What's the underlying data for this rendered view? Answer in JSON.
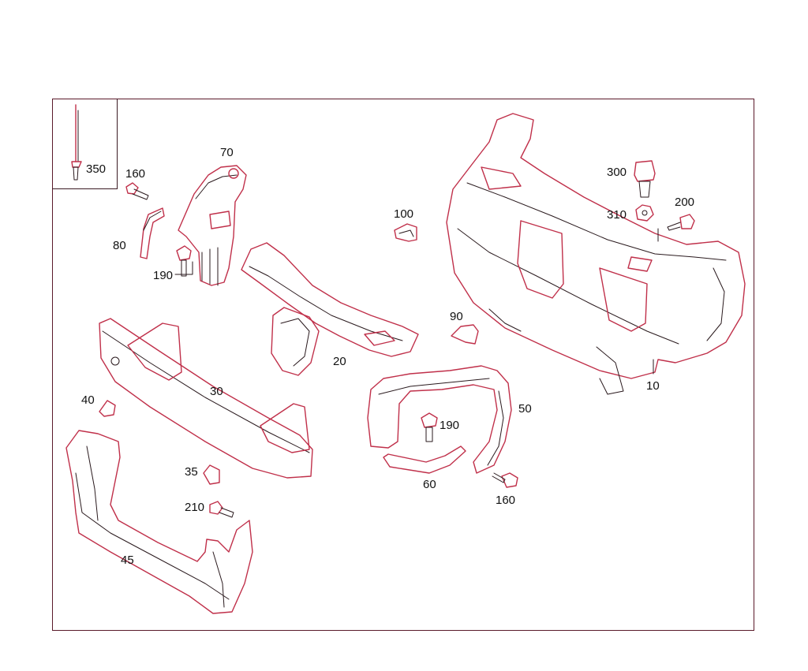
{
  "diagram": {
    "colors": {
      "line": "#c0304a",
      "frame": "#5a1a2a",
      "text": "#111111"
    },
    "inset_label": "350",
    "labels": {
      "p10": "10",
      "p20": "20",
      "p30": "30",
      "p35": "35",
      "p40": "40",
      "p45": "45",
      "p50": "50",
      "p60": "60",
      "p70": "70",
      "p80": "80",
      "p90": "90",
      "p100": "100",
      "p160a": "160",
      "p160b": "160",
      "p190a": "190",
      "p190b": "190",
      "p200": "200",
      "p210": "210",
      "p300": "300",
      "p310": "310"
    }
  }
}
